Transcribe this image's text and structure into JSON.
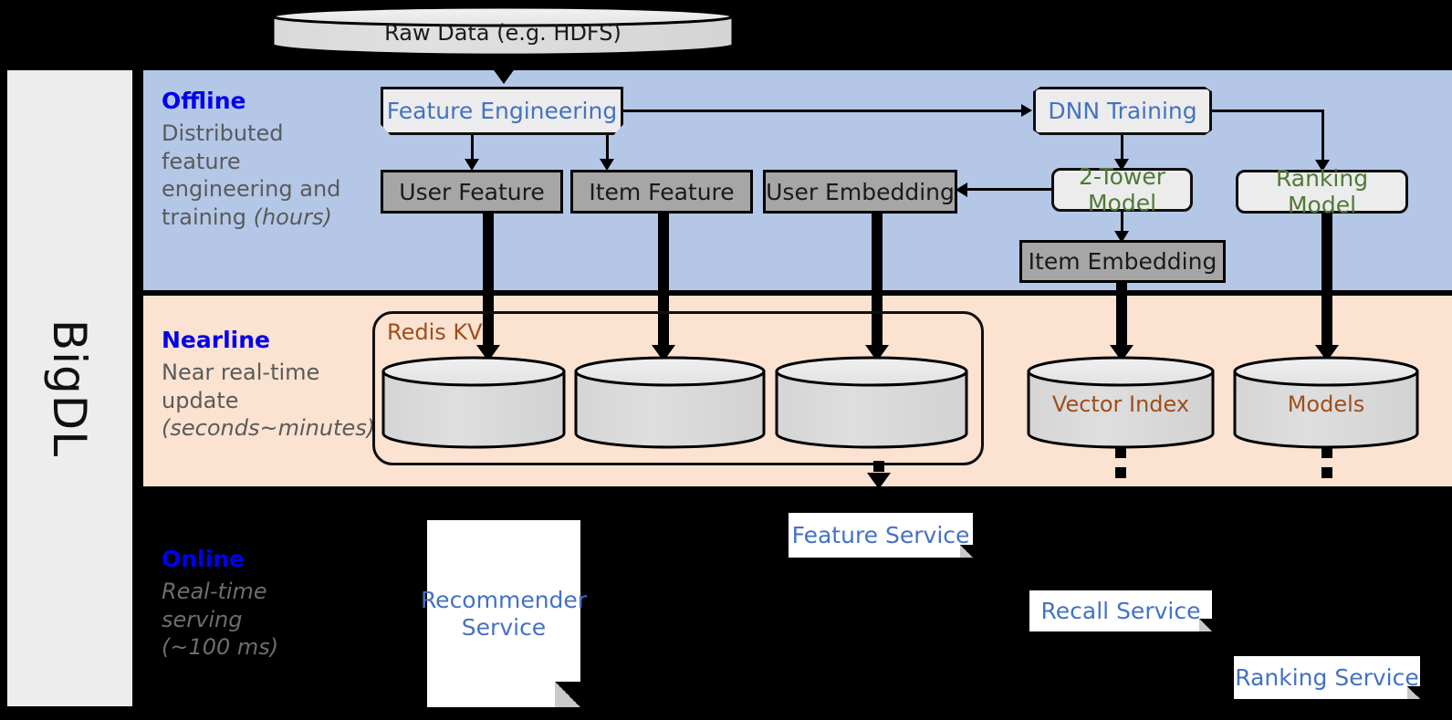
{
  "sidebar": {
    "label": "BigDL"
  },
  "top": {
    "raw_data": "Raw Data (e.g. HDFS)"
  },
  "sections": [
    {
      "id": "offline",
      "title": "Offline",
      "desc_line1": "Distributed",
      "desc_line2": "feature",
      "desc_line3": "engineering and",
      "desc_line4": "training ",
      "desc_italic": "(hours)",
      "band_color": "#b4c7e7"
    },
    {
      "id": "nearline",
      "title": "Nearline",
      "desc_line1": "Near real-time",
      "desc_line2": "update",
      "desc_italic": "(seconds~minutes)",
      "band_color": "#fbe2d1"
    },
    {
      "id": "online",
      "title": "Online",
      "desc_line1": "Real-time",
      "desc_line2": "serving",
      "desc_italic": "(~100 ms)",
      "band_color": "#000000"
    }
  ],
  "offline": {
    "feature_engineering": "Feature Engineering",
    "dnn_training": "DNN Training",
    "user_feature": "User Feature",
    "item_feature": "Item Feature",
    "user_embedding": "User Embedding",
    "two_tower_model": "2-Tower Model",
    "ranking_model": "Ranking Model",
    "item_embedding": "Item Embedding"
  },
  "nearline": {
    "redis_kv": "Redis KV",
    "store_1": "",
    "store_2": "",
    "store_3": "",
    "vector_index": "Vector Index",
    "models": "Models"
  },
  "online": {
    "recommender_service_l1": "Recommender",
    "recommender_service_l2": "Service",
    "feature_service": "Feature Service",
    "recall_service": "Recall Service",
    "ranking_service": "Ranking Service"
  },
  "colors": {
    "offline_band": "#b4c7e7",
    "nearline_band": "#fbe2d1",
    "online_band": "#000000",
    "section_title": "#0000ee",
    "section_desc": "#5a5a5a",
    "blue_text": "#4472c4",
    "green_text": "#4e7a36",
    "brown_text": "#9e4f1c",
    "gray_box": "#a6a6a6",
    "light_box": "#ececec",
    "sidebar_bg": "#ededed"
  }
}
